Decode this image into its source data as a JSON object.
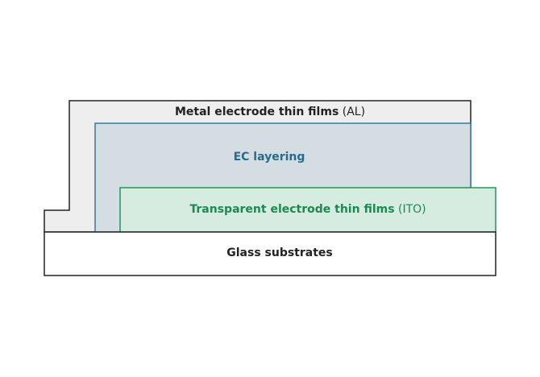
{
  "layers": {
    "metal": {
      "label": "Metal electrode thin films",
      "suffix": "(AL)",
      "fill": "#eeeeee",
      "stroke": "#222222",
      "text_color": "#222222"
    },
    "ec": {
      "label": "EC layering",
      "fill": "#d3dde2",
      "stroke": "#3a7a95",
      "text_color": "#2a6a8a"
    },
    "ito": {
      "label": "Transparent electrode thin films",
      "suffix": "(ITO)",
      "fill": "#d6ece1",
      "stroke": "#22955a",
      "text_color": "#1a8a50"
    },
    "glass": {
      "label": "Glass substrates",
      "fill": "#ffffff",
      "stroke": "#222222",
      "text_color": "#222222"
    }
  }
}
